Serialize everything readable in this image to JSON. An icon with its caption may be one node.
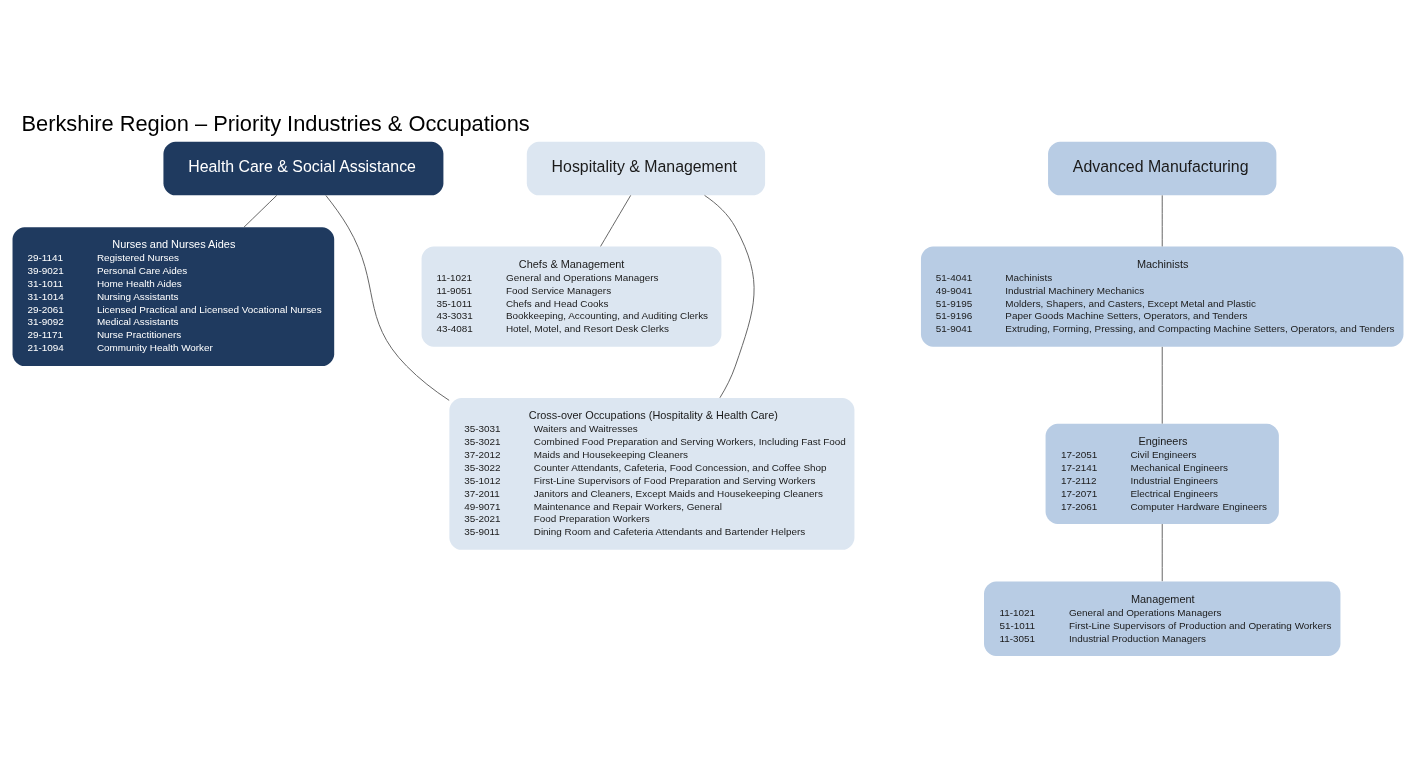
{
  "diagram": {
    "title": "Berkshire Region – Priority Industries & Occupations",
    "nodes": [
      {
        "text": [
          "Health Care & Social Assistance"
        ]
      },
      {
        "text": [
          "Hospitality & Management"
        ]
      },
      {
        "text": [
          "Advanced Manufacturing"
        ]
      },
      {
        "text": [
          "Nurses and Nurses Aides",
          "29-1141",
          "Registered Nurses",
          "39-9021",
          "Personal Care Aides",
          "31-1011",
          "Home Health Aides",
          "31-1014",
          "Nursing Assistants",
          "29-2061",
          "Licensed Practical and Licensed Vocational Nurses",
          "31-9092",
          "Medical Assistants",
          "29-1171",
          "Nurse Practitioners",
          "21-1094",
          "Community Health Worker"
        ]
      },
      {
        "text": [
          "Chefs & Management",
          "11-1021",
          "General and Operations Managers",
          "11-9051",
          "Food Service Managers",
          "35-1011",
          "Chefs and Head Cooks",
          "43-3031",
          "Bookkeeping, Accounting, and Auditing Clerks",
          "43-4081",
          "Hotel, Motel, and Resort Desk Clerks"
        ]
      },
      {
        "text": [
          "Machinists",
          "51-4041",
          "Machinists",
          "49-9041",
          "Industrial Machinery Mechanics",
          "51-9195",
          "Molders, Shapers, and Casters, Except Metal and Plastic",
          "51-9196",
          "Paper Goods Machine Setters, Operators, and Tenders",
          "51-9041",
          "Extruding, Forming, Pressing, and Compacting Machine Setters, Operators, and Tenders"
        ]
      },
      {
        "text": [
          "Cross-over Occupations (Hospitality & Health Care)",
          "35-3031",
          "Waiters and Waitresses",
          "35-3021",
          "Combined Food Preparation and Serving Workers, Including Fast Food",
          "37-2012",
          "Maids and Housekeeping Cleaners",
          "35-3022",
          "Counter Attendants, Cafeteria, Food Concession, and Coffee Shop",
          "35-1012",
          "First-Line Supervisors of Food Preparation and Serving Workers",
          "37-2011",
          "Janitors and Cleaners, Except Maids and Housekeeping Cleaners",
          "49-9071",
          "Maintenance and Repair Workers, General",
          "35-2021",
          "Food Preparation Workers",
          "35-9011",
          "Dining Room and Cafeteria Attendants and Bartender Helpers"
        ]
      },
      {
        "text": [
          "Engineers",
          "17-2051",
          "Civil Engineers",
          "17-2141",
          "Mechanical Engineers",
          "17-2112",
          "Industrial Engineers",
          "17-2071",
          "Electrical Engineers",
          "17-2061",
          "Computer Hardware Engineers"
        ]
      },
      {
        "text": [
          "Management",
          "11-1021",
          "General and Operations Managers",
          "51-1011",
          "First-Line Supervisors of Production and Operating Workers",
          "11-3051",
          "Industrial Production Managers"
        ]
      }
    ],
    "edges": [
      {
        "from": 0,
        "to": 3,
        "arrow": "none"
      },
      {
        "from": 0,
        "to": 6,
        "arrow": "none"
      },
      {
        "from": 1,
        "to": 6,
        "arrow": "none"
      },
      {
        "from": 1,
        "to": 4,
        "arrow": "none"
      },
      {
        "from": 2,
        "to": 5,
        "arrow": "none"
      },
      {
        "from": 5,
        "to": 7,
        "arrow": "none"
      },
      {
        "from": 7,
        "to": 8,
        "arrow": "none"
      }
    ]
  }
}
